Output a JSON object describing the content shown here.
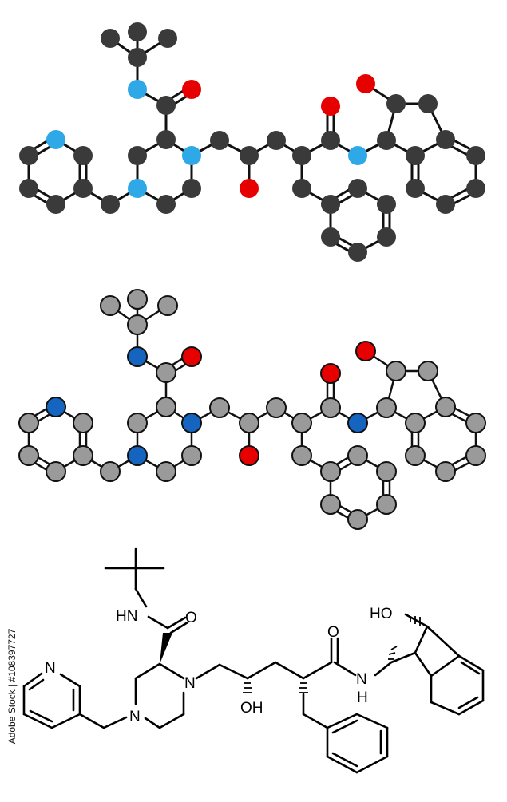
{
  "stock_id": "Adobe Stock | #108397727",
  "watermark": "Adobe Stock",
  "colors": {
    "background": "#ffffff",
    "carbon_dark": "#3a3a3a",
    "nitrogen_light": "#2ea8e6",
    "oxygen_red": "#e60000",
    "carbon_gray": "#9a9a9a",
    "nitrogen_blue": "#1565c0",
    "bond_black": "#000000"
  },
  "skeletal_labels": {
    "hn_amide": "HN",
    "o_amide_top": "O",
    "n_pyridine": "N",
    "n_piperazine_left": "N",
    "n_piperazine_right": "N",
    "oh_chain": "OH",
    "o_amide_right": "O",
    "n_amide_right": "N",
    "h_amide_right": "H",
    "ho_indane": "HO"
  }
}
